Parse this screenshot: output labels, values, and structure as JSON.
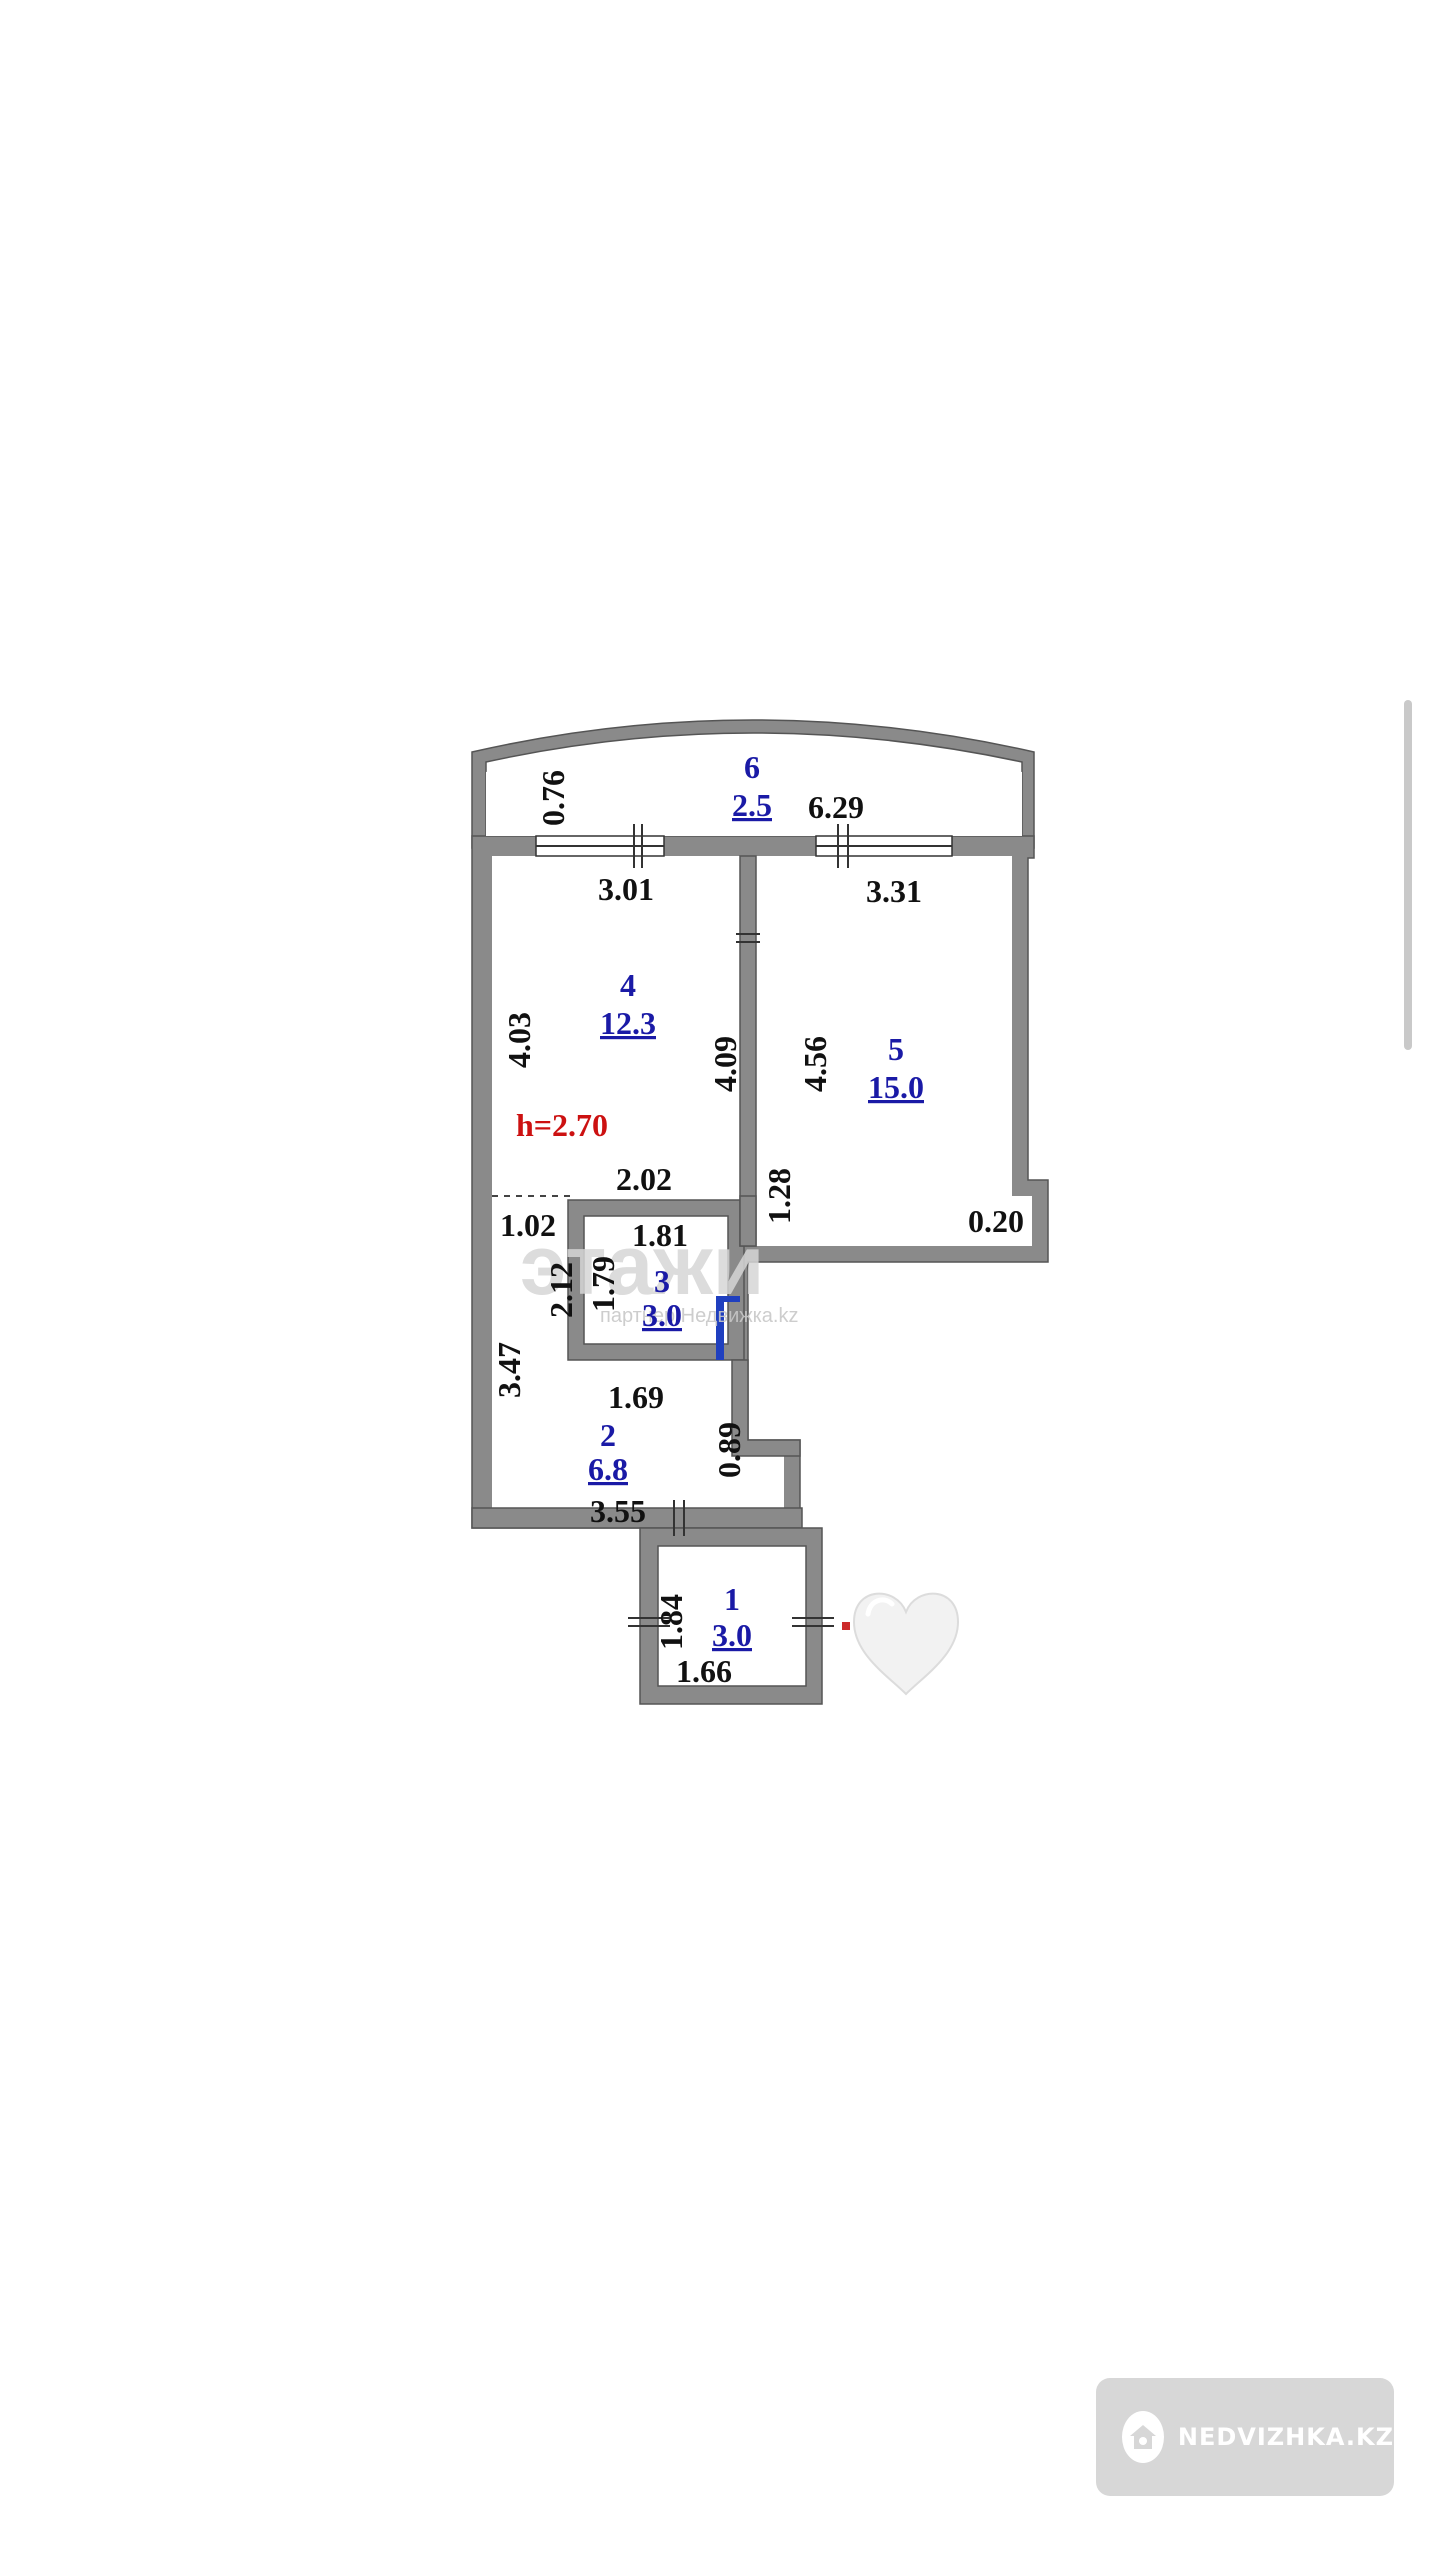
{
  "floorplan": {
    "ceiling_height": "h=2.70",
    "rooms": [
      {
        "id": "1",
        "number": "1",
        "area": "3.0"
      },
      {
        "id": "2",
        "number": "2",
        "area": "6.8"
      },
      {
        "id": "3",
        "number": "3",
        "area": "3.0"
      },
      {
        "id": "4",
        "number": "4",
        "area": "12.3"
      },
      {
        "id": "5",
        "number": "5",
        "area": "15.0"
      },
      {
        "id": "6",
        "number": "6",
        "area": "2.5"
      }
    ],
    "dimensions": {
      "balcony_depth": "0.76",
      "balcony_width": "6.29",
      "room4_width": "3.01",
      "room5_width": "3.31",
      "room4_left": "4.03",
      "room4_right": "4.09",
      "room5_left": "4.56",
      "corridor_top": "2.02",
      "niche_width": "1.02",
      "room3_width": "1.81",
      "room3_left": "2.12",
      "room3_inner": "1.79",
      "room5_step": "1.28",
      "room5_corner": "0.20",
      "room2_left": "3.47",
      "room2_top": "1.69",
      "room2_right": "0.89",
      "room2_bottom": "3.55",
      "room1_left": "1.84",
      "room1_bottom": "1.66"
    }
  },
  "watermark": {
    "brand": "этажи",
    "partner": "партнер Недвижка.kz"
  },
  "badge": {
    "text": "NEDVIZHKA.KZ"
  },
  "sticker": {
    "icon": "white-heart-icon",
    "color": "#f2f2f2"
  }
}
